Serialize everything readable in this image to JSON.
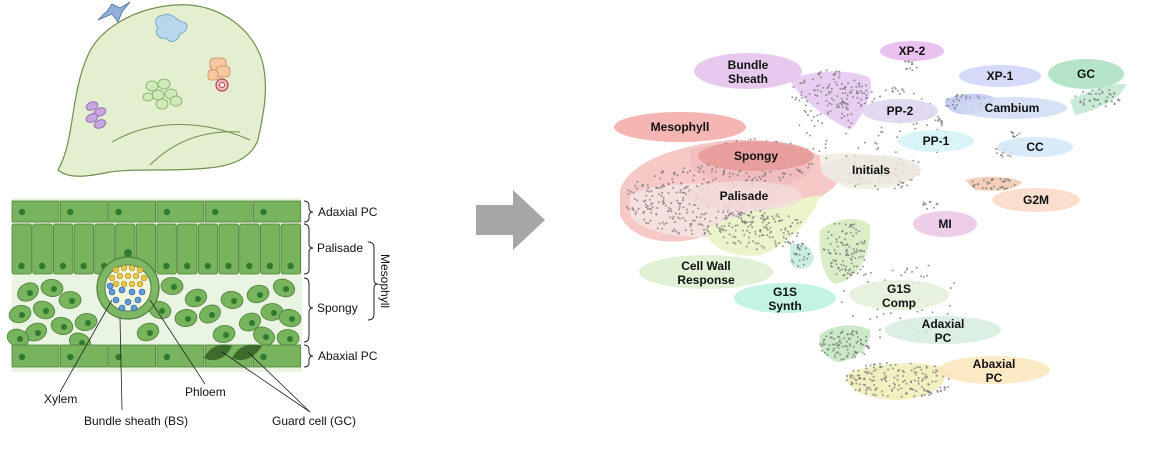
{
  "anatomy": {
    "layer_labels": {
      "adaxial": "Adaxial PC",
      "palisade": "Palisade",
      "spongy": "Spongy",
      "abaxial": "Abaxial PC",
      "mesophyll": "Mesophyll"
    },
    "cell_labels": {
      "xylem": "Xylem",
      "bundle_sheath": "Bundle sheath (BS)",
      "phloem": "Phloem",
      "guard_cell": "Guard cell (GC)"
    }
  },
  "clusters": [
    {
      "key": "xp2",
      "label": "XP-2",
      "color": "#e8b6ec"
    },
    {
      "key": "bundle_sheath",
      "label": "Bundle Sheath",
      "color": "#e2bfe9"
    },
    {
      "key": "xp1",
      "label": "XP-1",
      "color": "#cdd3f6"
    },
    {
      "key": "gc",
      "label": "GC",
      "color": "#a9dfc0"
    },
    {
      "key": "pp2",
      "label": "PP-2",
      "color": "#dcd3ee"
    },
    {
      "key": "cambium",
      "label": "Cambium",
      "color": "#cfdcf3"
    },
    {
      "key": "mesophyll",
      "label": "Mesophyll",
      "color": "#f3a9a6"
    },
    {
      "key": "pp1",
      "label": "PP-1",
      "color": "#d3f3f6"
    },
    {
      "key": "cc",
      "label": "CC",
      "color": "#d2e6f7"
    },
    {
      "key": "spongy",
      "label": "Spongy",
      "color": "#e99a9a"
    },
    {
      "key": "initials",
      "label": "Initials",
      "color": "#ece8df"
    },
    {
      "key": "palisade",
      "label": "Palisade",
      "color": "#f2dada"
    },
    {
      "key": "g2m",
      "label": "G2M",
      "color": "#fad8c4"
    },
    {
      "key": "mi",
      "label": "MI",
      "color": "#ebc4e4"
    },
    {
      "key": "cell_wall",
      "label": "Cell Wall Response",
      "color": "#dcefcf"
    },
    {
      "key": "g1s_synth",
      "label": "G1S Synth",
      "color": "#b9f1e1"
    },
    {
      "key": "g1s_comp",
      "label": "G1S Comp",
      "color": "#e3f1d9"
    },
    {
      "key": "adaxial",
      "label": "Adaxial PC",
      "color": "#d5ecde"
    },
    {
      "key": "abaxial",
      "label": "Abaxial PC",
      "color": "#fbe6bd"
    }
  ],
  "arrow_color": "#a6a6a6"
}
